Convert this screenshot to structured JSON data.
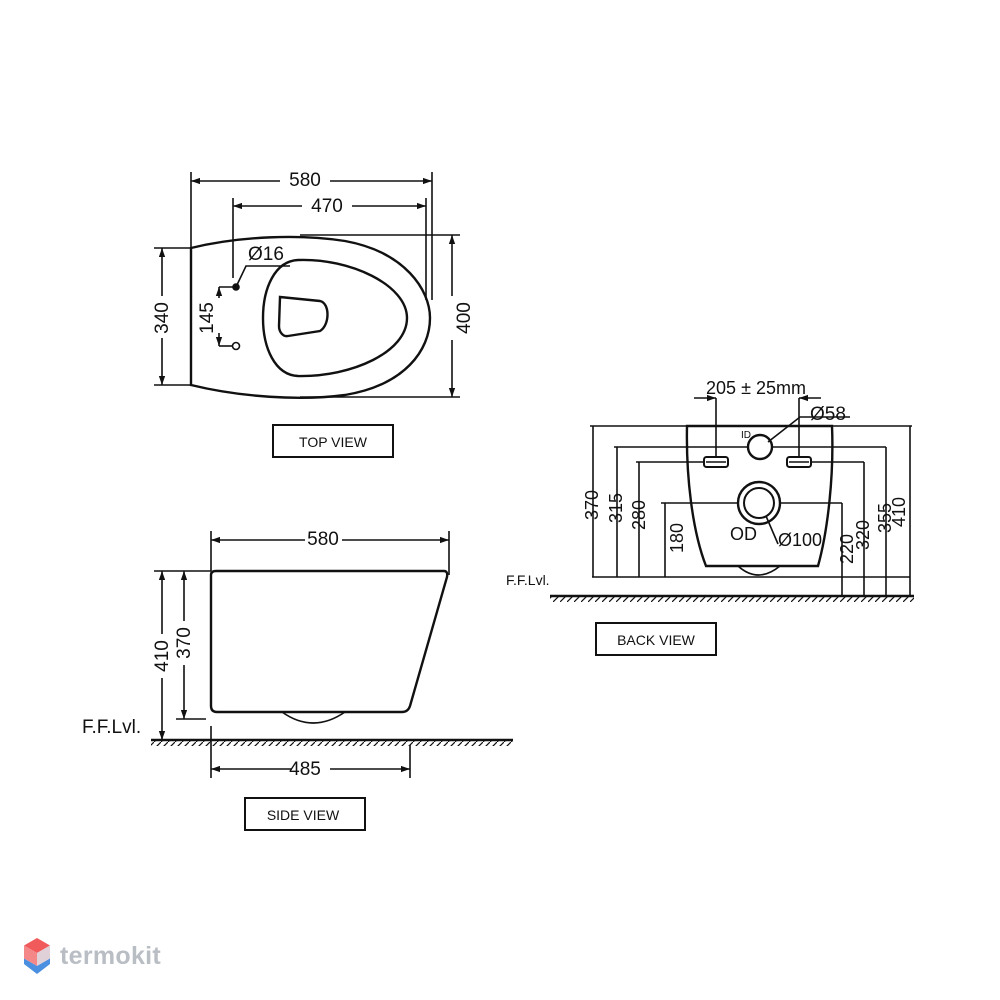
{
  "top_view": {
    "title": "TOP VIEW",
    "dim_width": "580",
    "dim_inner_width": "470",
    "dim_pin_dia": "Ø16",
    "dim_pin_spacing": "145",
    "dim_depth_left": "340",
    "dim_depth_right": "400"
  },
  "side_view": {
    "title": "SIDE VIEW",
    "dim_length": "580",
    "dim_height_410": "410",
    "dim_height_370": "370",
    "dim_base": "485",
    "floor_label": "F.F.Lvl."
  },
  "back_view": {
    "title": "BACK VIEW",
    "dim_bolt_spacing": "205 ± 25mm",
    "dim_inlet_dia": "Ø58",
    "inlet_tag": "ID",
    "outlet_tag": "OD",
    "dim_outlet_dia": "Ø100",
    "floor_label": "F.F.Lvl.",
    "left_dims": [
      "370",
      "315",
      "280",
      "180"
    ],
    "right_dims": [
      "220",
      "320",
      "355",
      "410"
    ]
  },
  "watermark": {
    "brand": "termokit",
    "colors": {
      "logo_top": "#f05a5a",
      "logo_bottom": "#4a8fe0",
      "text": "#b9bdc4"
    }
  }
}
